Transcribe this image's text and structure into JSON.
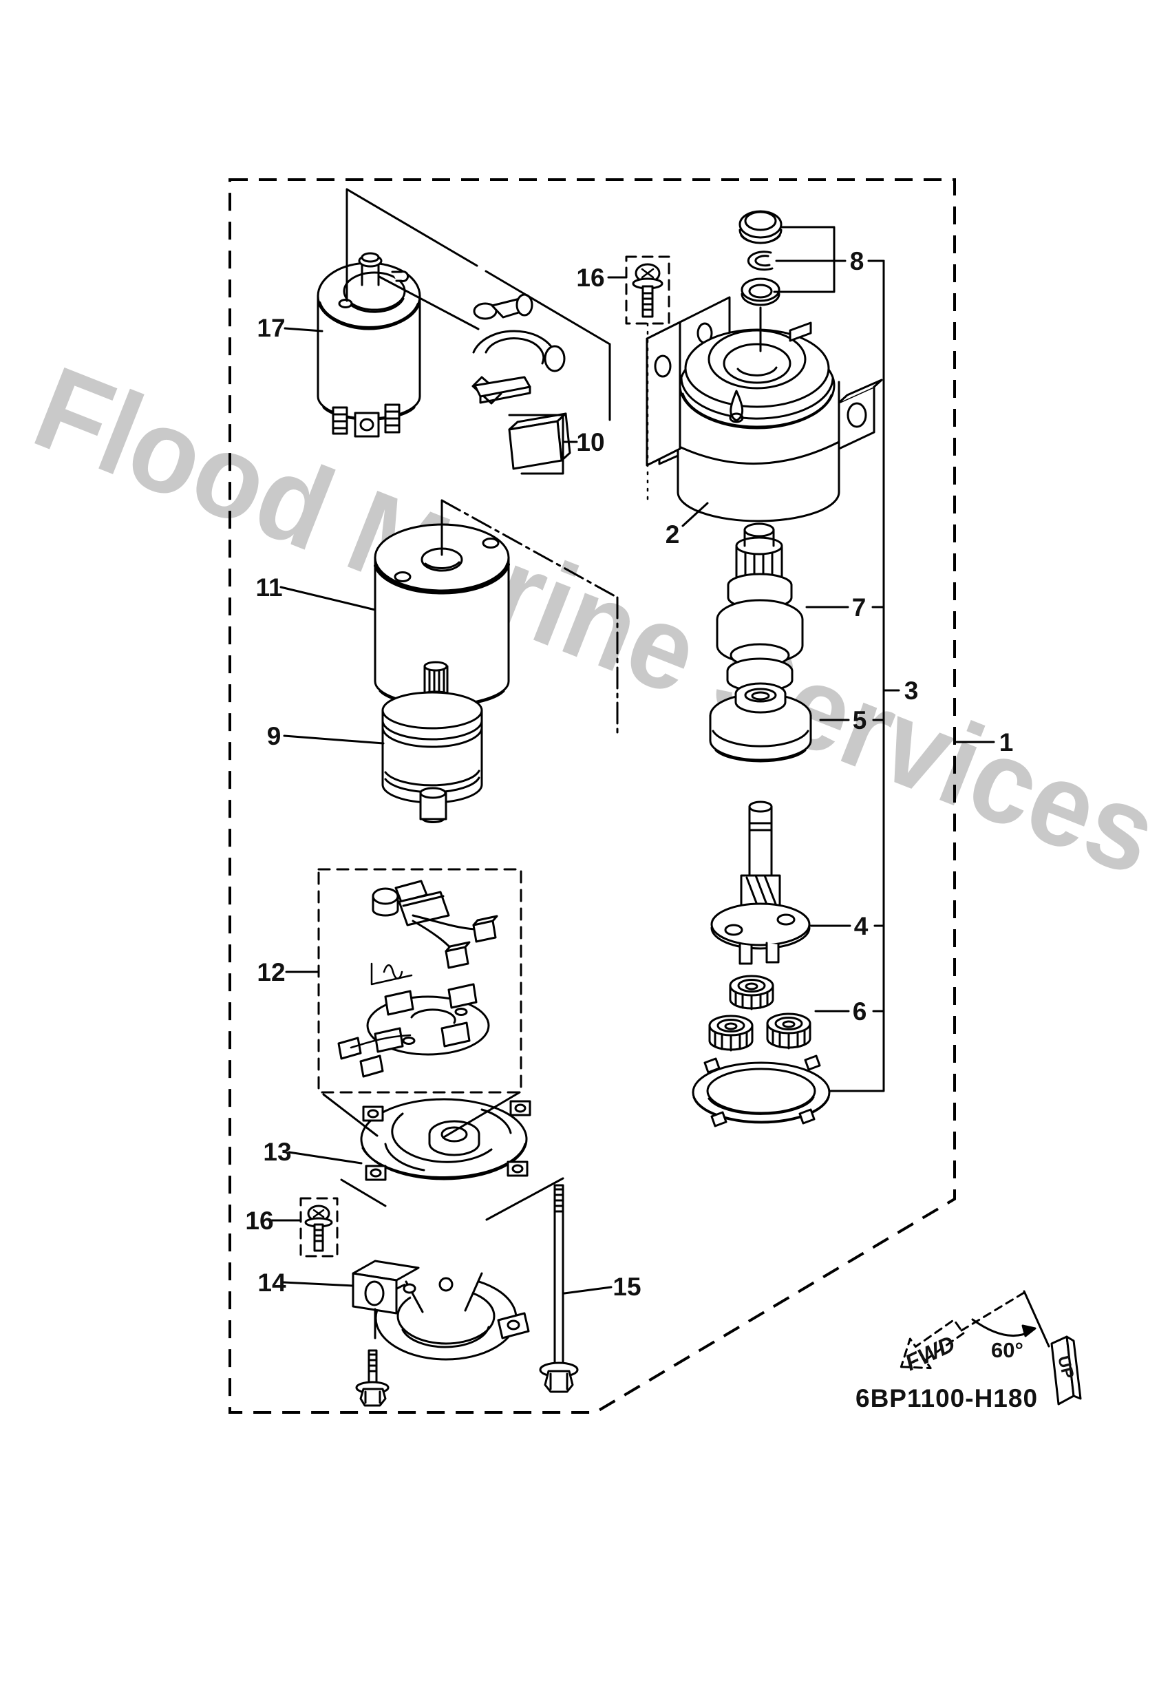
{
  "diagram": {
    "watermark": "Flood Marine Services",
    "drawing_code": "6BP1100-H180",
    "orientation": {
      "fwd_label": "FWD",
      "angle_label": "60°",
      "up_label": "UP"
    },
    "callouts": {
      "c1": "1",
      "c2": "2",
      "c3": "3",
      "c4": "4",
      "c5": "5",
      "c6": "6",
      "c7": "7",
      "c8": "8",
      "c9": "9",
      "c10": "10",
      "c11": "11",
      "c12": "12",
      "c13": "13",
      "c14": "14",
      "c15": "15",
      "c16": "16",
      "c17": "17"
    }
  }
}
